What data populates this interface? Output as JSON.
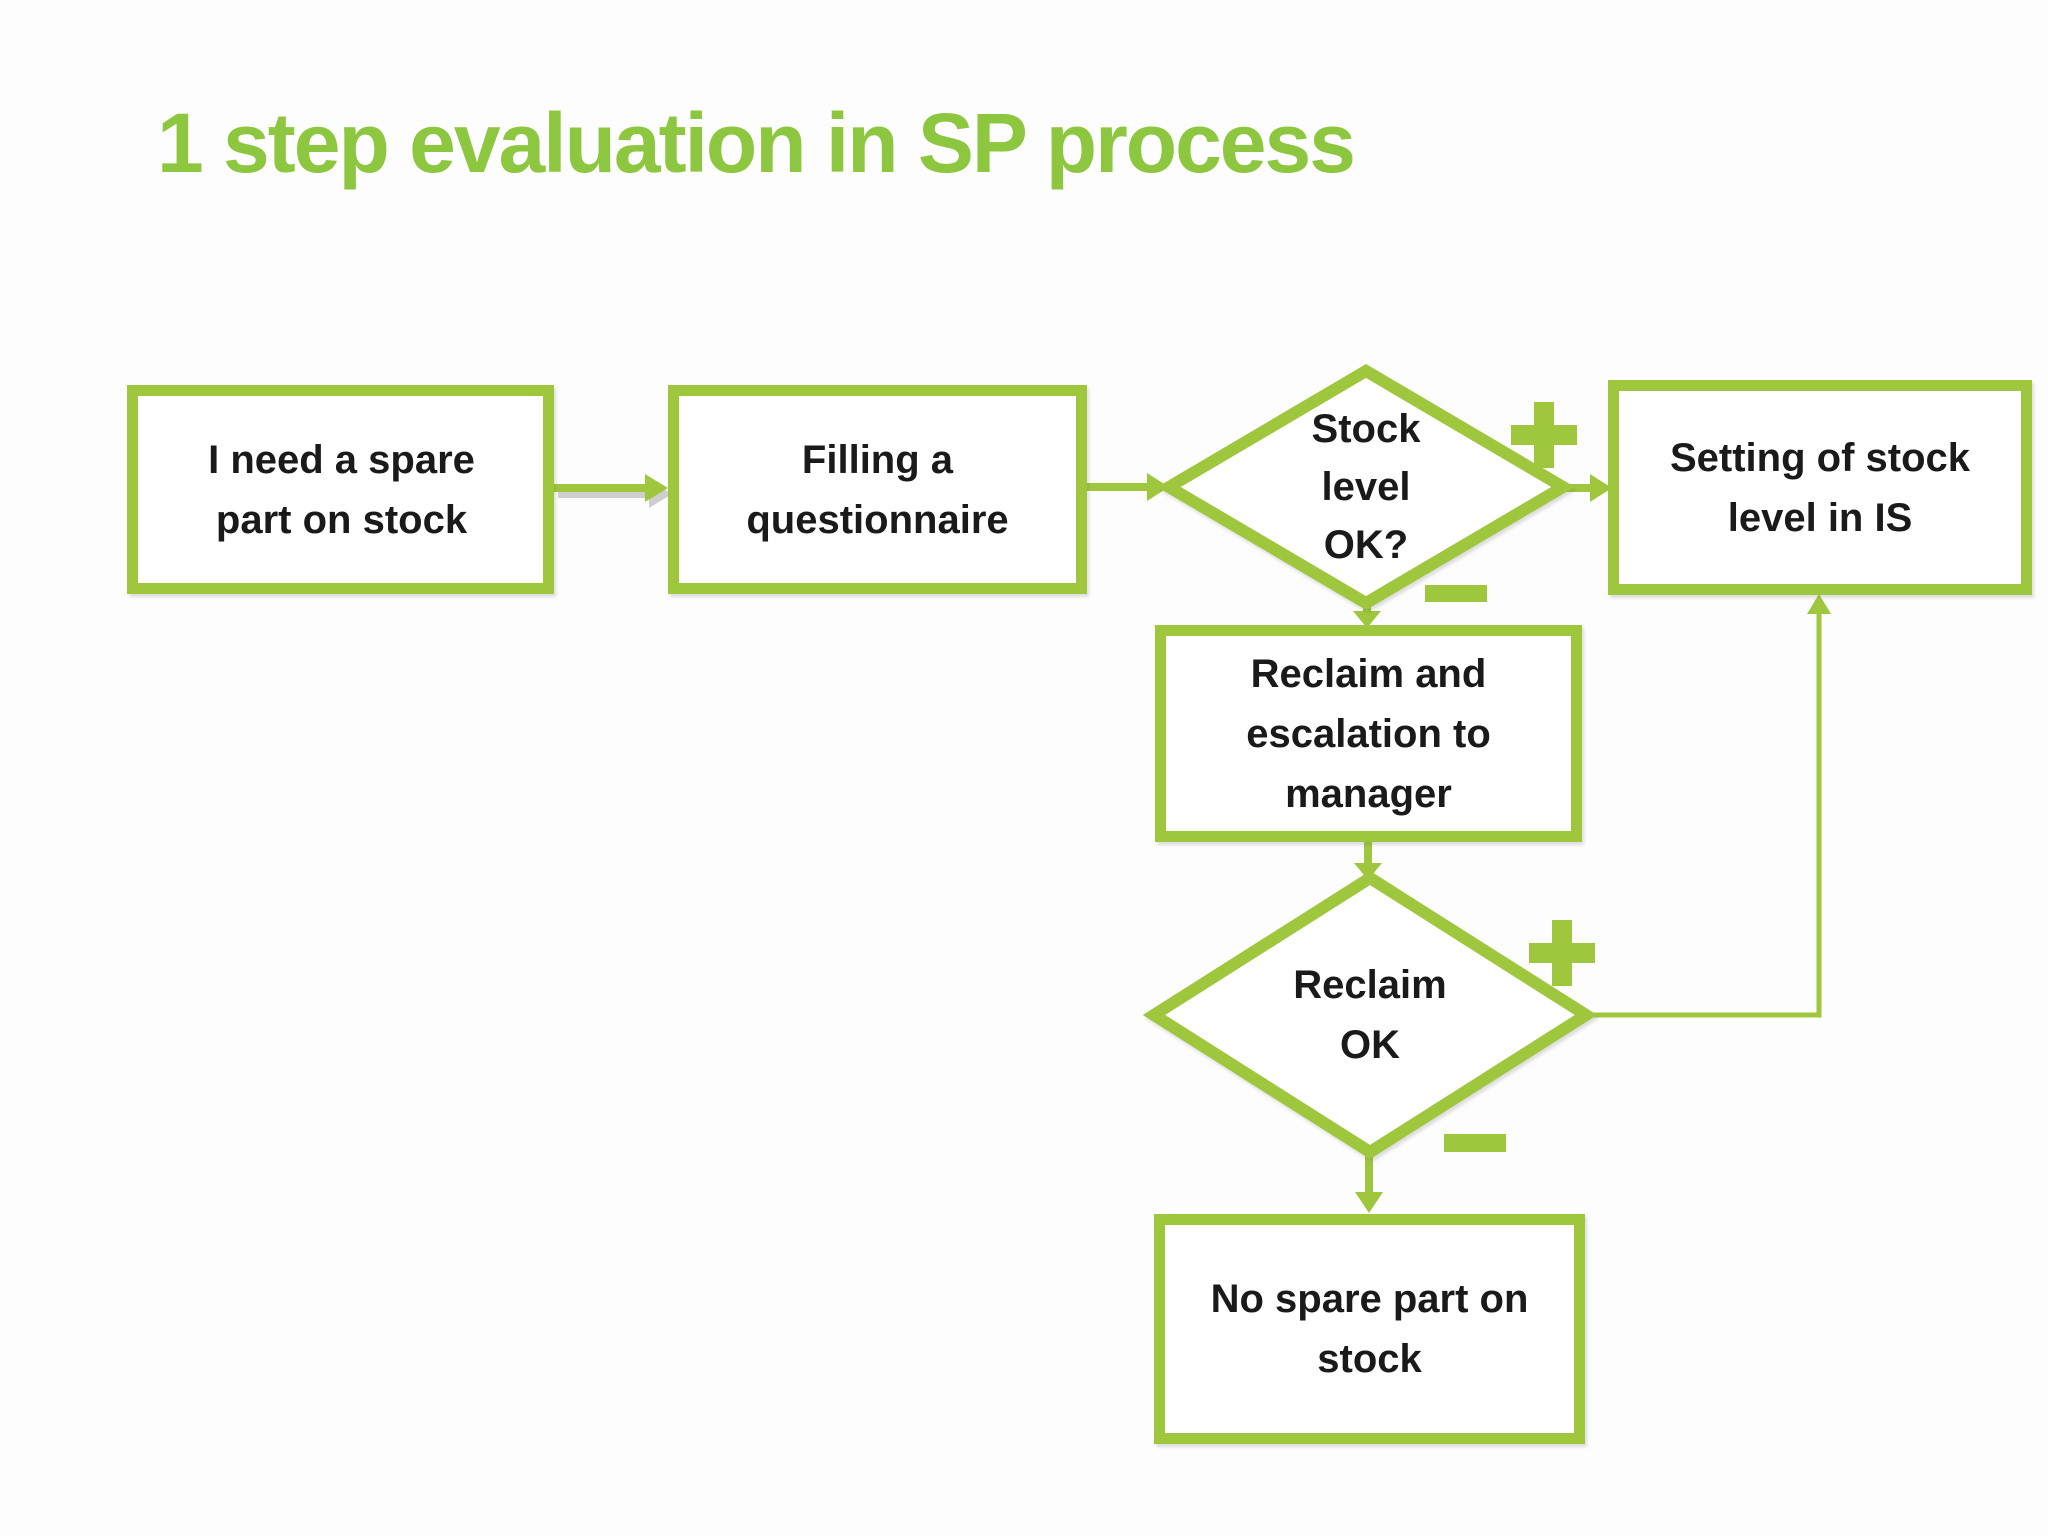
{
  "title": "1 step evaluation in SP process",
  "colors": {
    "shape_green": "#9fc73d",
    "title_green": "#8dc63f",
    "text_black": "#1a1a1a",
    "box_fill": "#ffffff",
    "background": "#fdfdfd",
    "arrow_shadow_gray": "#bfbfbf"
  },
  "flowchart": {
    "nodes": {
      "need_spare_part": {
        "type": "process",
        "label": "I need a spare\npart on stock"
      },
      "filling_questionnaire": {
        "type": "process",
        "label": "Filling a\nquestionnaire"
      },
      "stock_level_ok": {
        "type": "decision",
        "label": "Stock\nlevel\nOK?"
      },
      "setting_stock_level": {
        "type": "process",
        "label": "Setting of stock\nlevel in IS"
      },
      "reclaim_escalation": {
        "type": "process",
        "label": "Reclaim and\nescalation to\nmanager"
      },
      "reclaim_ok": {
        "type": "decision",
        "label": "Reclaim\nOK"
      },
      "no_spare_part": {
        "type": "process",
        "label": "No spare part on\nstock"
      }
    },
    "edges": [
      {
        "from": "need_spare_part",
        "to": "filling_questionnaire",
        "label": ""
      },
      {
        "from": "filling_questionnaire",
        "to": "stock_level_ok",
        "label": ""
      },
      {
        "from": "stock_level_ok",
        "to": "setting_stock_level",
        "label": "+"
      },
      {
        "from": "stock_level_ok",
        "to": "reclaim_escalation",
        "label": "−"
      },
      {
        "from": "reclaim_escalation",
        "to": "reclaim_ok",
        "label": ""
      },
      {
        "from": "reclaim_ok",
        "to": "setting_stock_level",
        "label": "+"
      },
      {
        "from": "reclaim_ok",
        "to": "no_spare_part",
        "label": "−"
      }
    ]
  }
}
